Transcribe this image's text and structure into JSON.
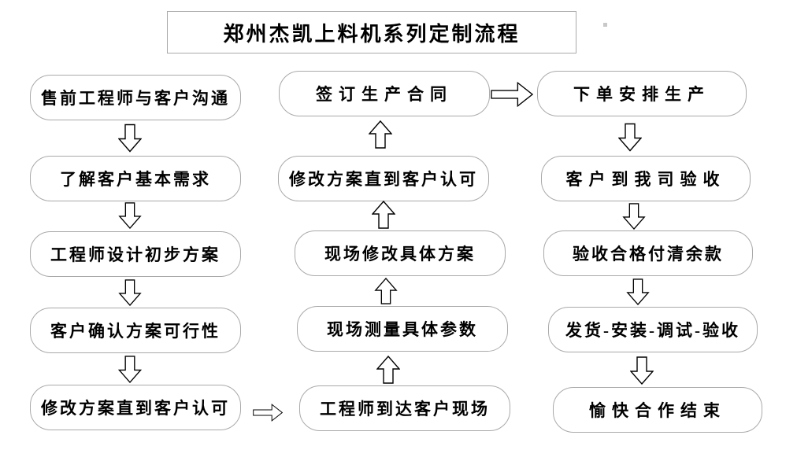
{
  "title": {
    "text": "郑州杰凯上料机系列定制流程"
  },
  "flow": {
    "left_column": {
      "direction": "down",
      "boxes": [
        "售前工程师与客户沟通",
        "了解客户基本需求",
        "工程师设计初步方案",
        "客户确认方案可行性",
        "修改方案直到客户认可"
      ]
    },
    "middle_column": {
      "direction": "up",
      "boxes": [
        "签订生产合同",
        "修改方案直到客户认可",
        "现场修改具体方案",
        "现场测量具体参数",
        "工程师到达客户现场"
      ]
    },
    "right_column": {
      "direction": "down",
      "boxes": [
        "下单安排生产",
        "客户到我司验收",
        "验收合格付清余款",
        "发货-安装-调试-验收",
        "愉快合作结束"
      ]
    },
    "cross_links": [
      "left-bottom to middle-bottom (right arrow)",
      "middle-top to right-top (right arrow)"
    ]
  },
  "colors": {
    "background": "#ffffff",
    "box_border": "#a9a9a9",
    "text": "#000000",
    "arrow_outline": "#000000",
    "arrow_fill": "#ffffff",
    "stray_dot": "#c8c8c8"
  }
}
